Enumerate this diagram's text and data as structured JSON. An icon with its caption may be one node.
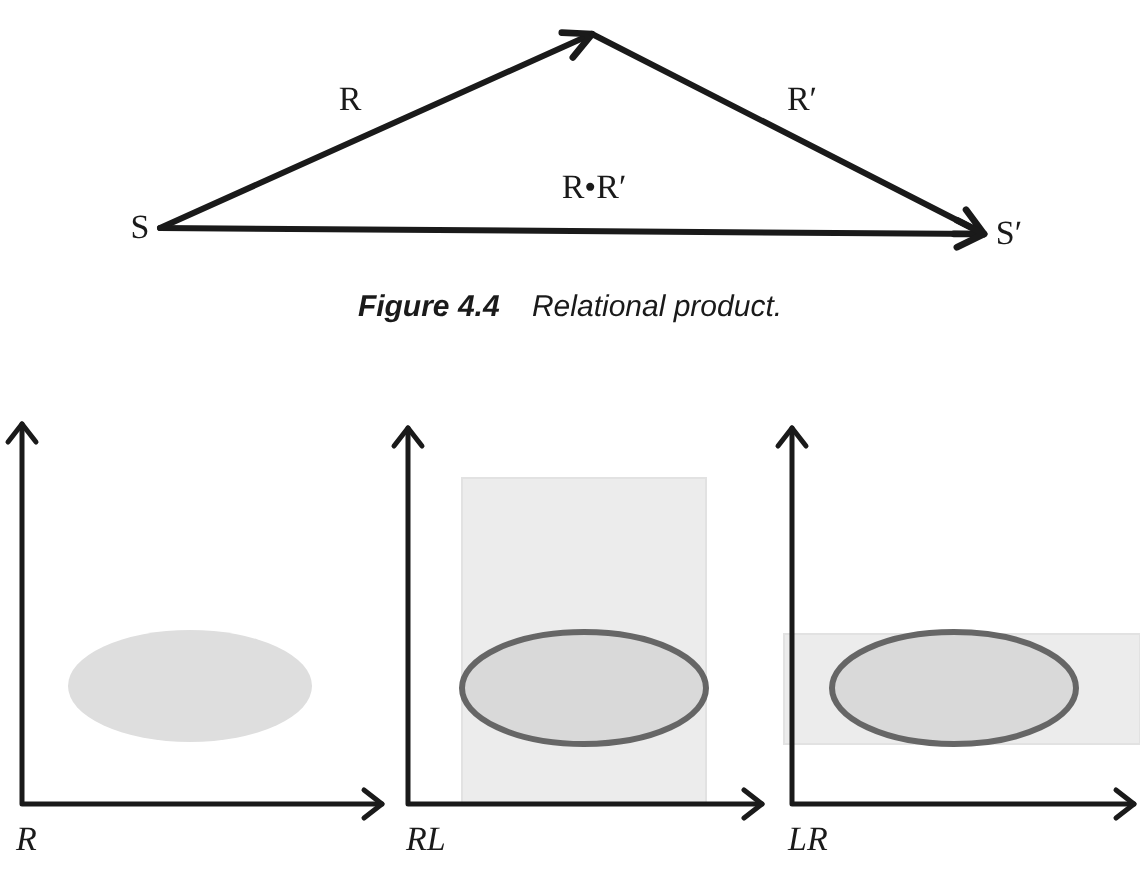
{
  "diagram": {
    "caption": "**Figure 4.4** Relational product.",
    "nodes": [
      {
        "text": [
          "S"
        ]
      },
      {
        "text": [
          "S′"
        ]
      }
    ],
    "edges": [
      {
        "from": 0,
        "to": null,
        "arrow": "to",
        "label": "R"
      },
      {
        "from": null,
        "to": 1,
        "arrow": "to",
        "label": "R′"
      },
      {
        "from": 0,
        "to": 1,
        "arrow": "to",
        "label": "R•R′"
      }
    ],
    "labels": [
      "R",
      "RL",
      "LR"
    ]
  }
}
